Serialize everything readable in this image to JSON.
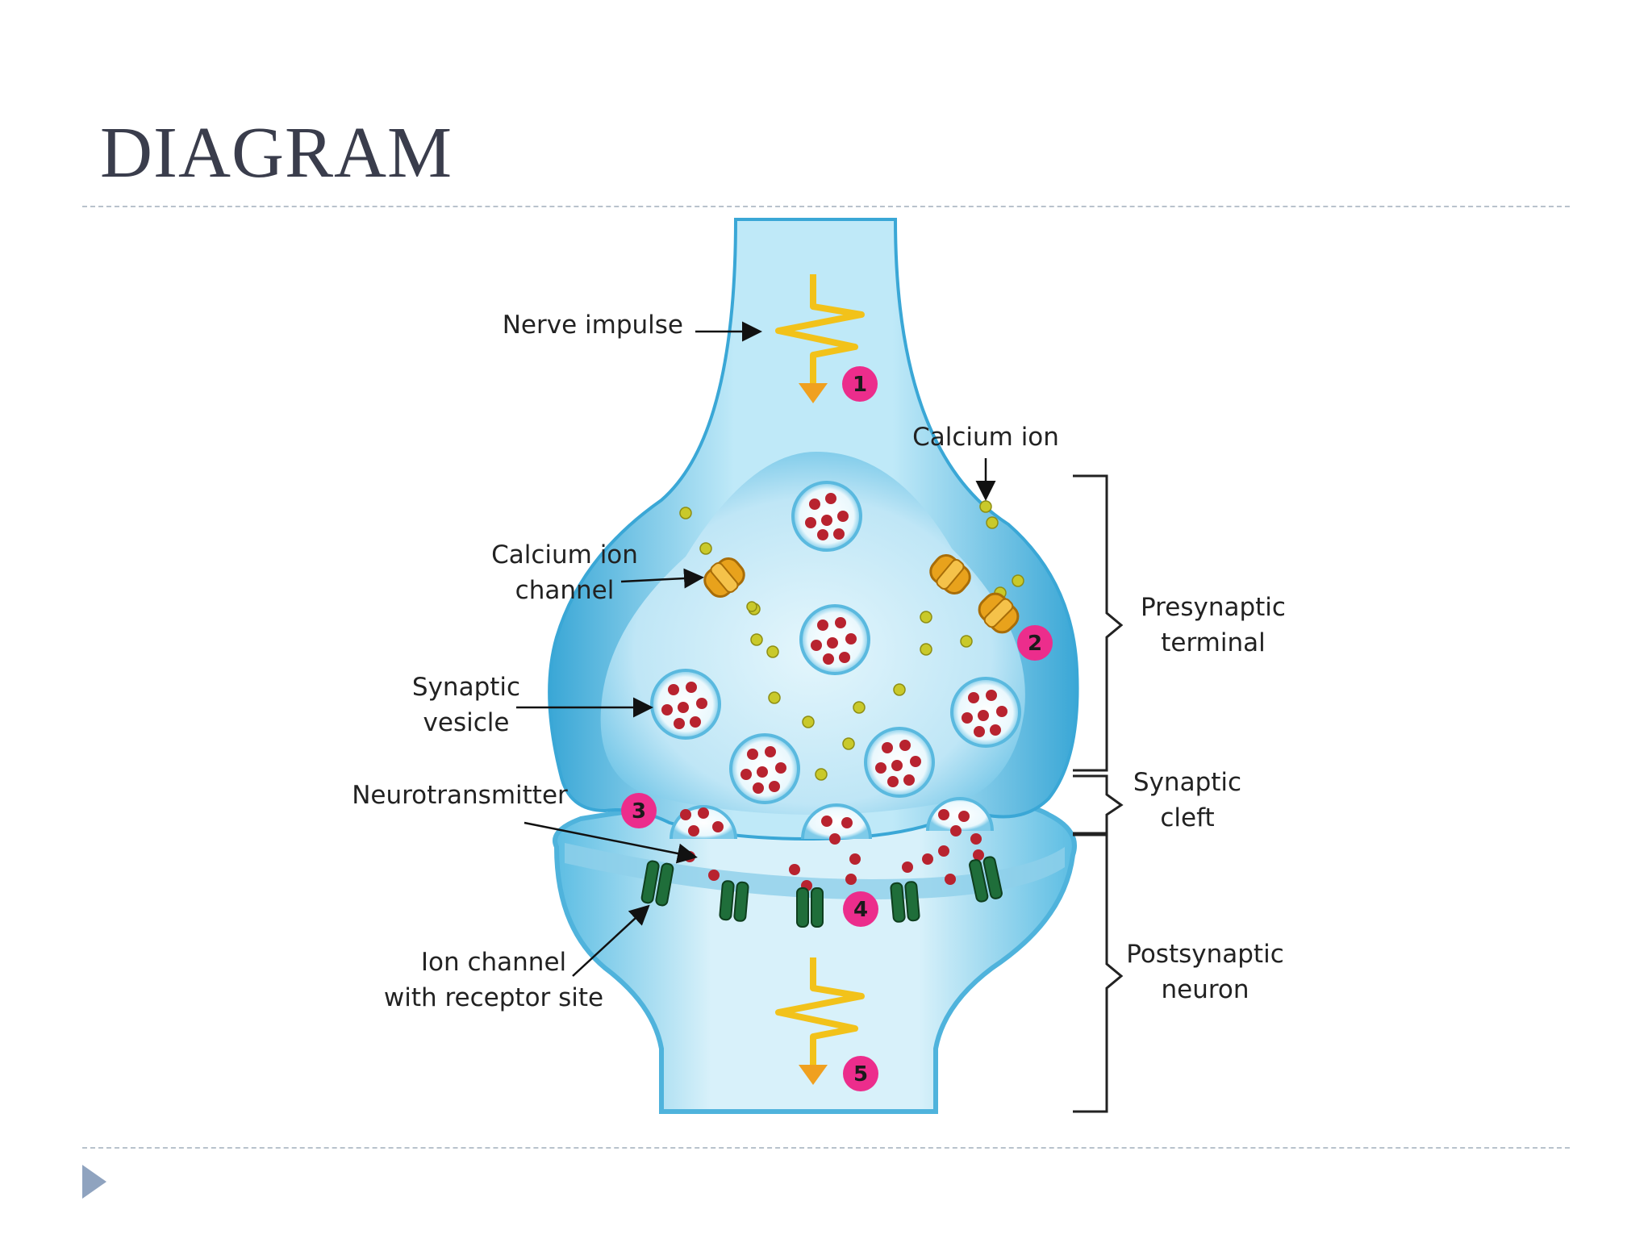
{
  "slide": {
    "title": "DIAGRAM"
  },
  "labels": {
    "nerve_impulse": "Nerve impulse",
    "calcium_ion": "Calcium ion",
    "calcium_ion_channel_1": "Calcium ion",
    "calcium_ion_channel_2": "channel",
    "synaptic_vesicle_1": "Synaptic",
    "synaptic_vesicle_2": "vesicle",
    "neurotransmitter": "Neurotransmitter",
    "ion_channel_1": "Ion channel",
    "ion_channel_2": "with receptor site",
    "presynaptic_1": "Presynaptic",
    "presynaptic_2": "terminal",
    "cleft_1": "Synaptic",
    "cleft_2": "cleft",
    "postsynaptic_1": "Postsynaptic",
    "postsynaptic_2": "neuron"
  },
  "steps": [
    "1",
    "2",
    "3",
    "4",
    "5"
  ],
  "colors": {
    "membrane": "#4fb3dc",
    "cytoplasm": "#bfe6f6",
    "vesicle_dot": "#b8232f",
    "calcium": "#c9c92a",
    "channel": "#e8a21c",
    "receptor": "#1f6e3a",
    "step_badge": "#ec2d8c",
    "impulse": "#f2c21a"
  }
}
